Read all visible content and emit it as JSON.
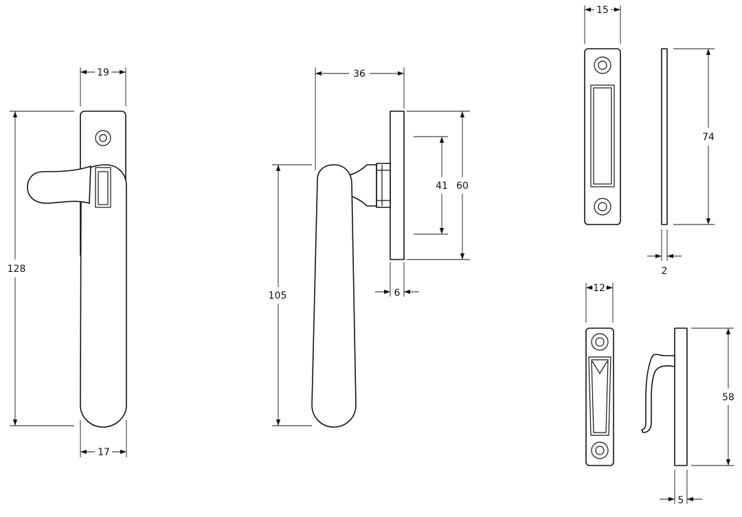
{
  "dimensions": {
    "front_top_width": "19",
    "front_height": "128",
    "front_bottom_width": "17",
    "side_depth": "36",
    "side_height": "105",
    "side_inner_height": "41",
    "side_plate_height": "60",
    "side_plate_thickness": "6",
    "keep_width": "15",
    "keep_height": "74",
    "keep_thickness": "2",
    "hook_width": "12",
    "hook_height": "58",
    "hook_thickness": "5"
  },
  "colors": {
    "line": "#111111",
    "background": "#ffffff"
  }
}
